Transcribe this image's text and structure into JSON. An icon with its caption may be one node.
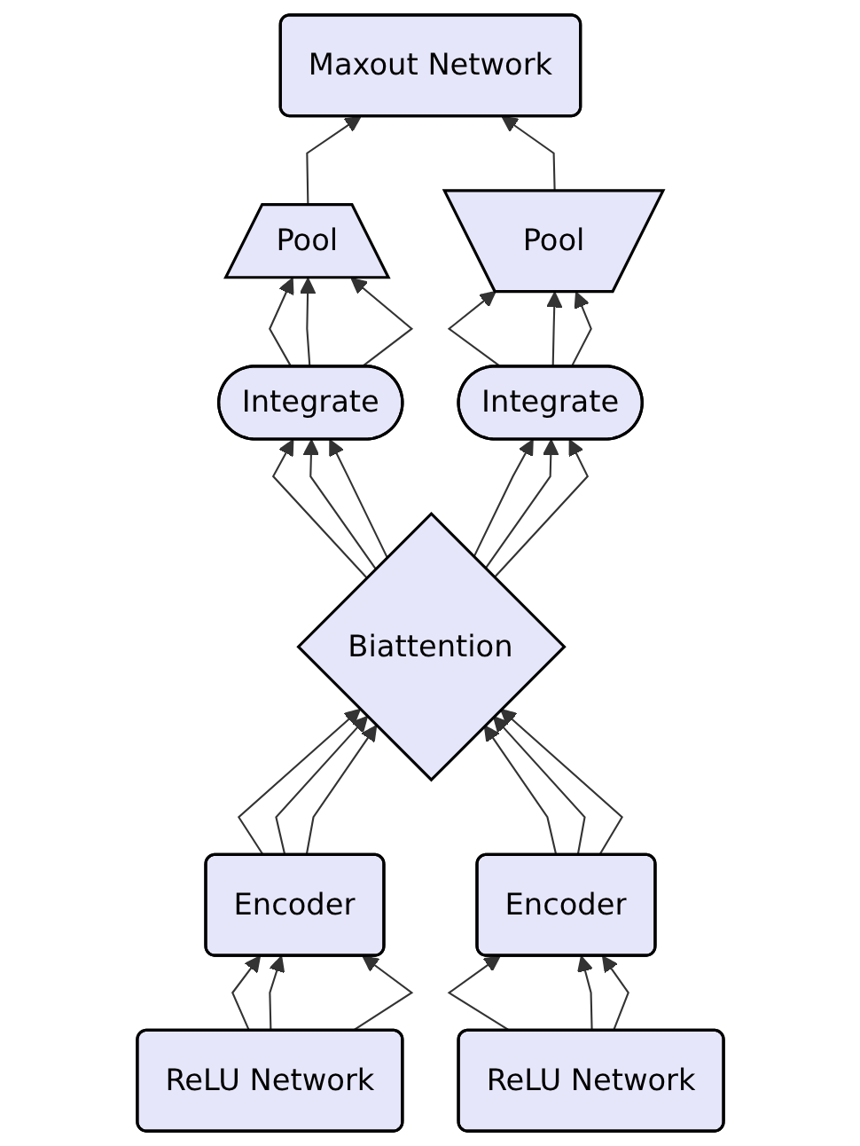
{
  "diagram": {
    "nodes": [
      {
        "text": [
          "Maxout Network"
        ]
      },
      {
        "text": [
          "Pool"
        ]
      },
      {
        "text": [
          "Integrate"
        ]
      },
      {
        "text": [
          "Integrate"
        ]
      },
      {
        "text": [
          "Pool"
        ]
      },
      {
        "text": [
          "Biattention"
        ]
      },
      {
        "text": [
          "Encoder"
        ]
      },
      {
        "text": [
          "Encoder"
        ]
      },
      {
        "text": [
          "ReLU Network"
        ]
      },
      {
        "text": [
          "ReLU Network"
        ]
      }
    ],
    "edges": [
      {
        "from": 8,
        "to": 6,
        "arrow": "to"
      },
      {
        "from": 8,
        "to": 6,
        "arrow": "to"
      },
      {
        "from": 8,
        "to": 6,
        "arrow": "to"
      },
      {
        "from": 9,
        "to": 7,
        "arrow": "to"
      },
      {
        "from": 9,
        "to": 7,
        "arrow": "to"
      },
      {
        "from": 9,
        "to": 7,
        "arrow": "to"
      },
      {
        "from": 6,
        "to": 5,
        "arrow": "to"
      },
      {
        "from": 6,
        "to": 5,
        "arrow": "to"
      },
      {
        "from": 6,
        "to": 5,
        "arrow": "to"
      },
      {
        "from": 7,
        "to": 5,
        "arrow": "to"
      },
      {
        "from": 7,
        "to": 5,
        "arrow": "to"
      },
      {
        "from": 7,
        "to": 5,
        "arrow": "to"
      },
      {
        "from": 5,
        "to": 2,
        "arrow": "to"
      },
      {
        "from": 5,
        "to": 2,
        "arrow": "to"
      },
      {
        "from": 5,
        "to": 2,
        "arrow": "to"
      },
      {
        "from": 5,
        "to": 3,
        "arrow": "to"
      },
      {
        "from": 5,
        "to": 3,
        "arrow": "to"
      },
      {
        "from": 5,
        "to": 3,
        "arrow": "to"
      },
      {
        "from": 2,
        "to": 1,
        "arrow": "to"
      },
      {
        "from": 2,
        "to": 1,
        "arrow": "to"
      },
      {
        "from": 2,
        "to": 1,
        "arrow": "to"
      },
      {
        "from": 3,
        "to": 4,
        "arrow": "to"
      },
      {
        "from": 3,
        "to": 4,
        "arrow": "to"
      },
      {
        "from": 3,
        "to": 4,
        "arrow": "to"
      },
      {
        "from": 1,
        "to": 0,
        "arrow": "to"
      },
      {
        "from": 4,
        "to": 0,
        "arrow": "to"
      }
    ]
  }
}
